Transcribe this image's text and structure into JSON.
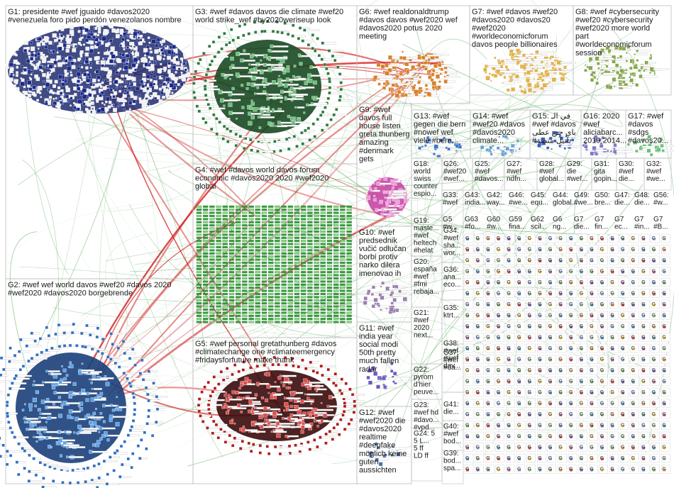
{
  "groups": [
    {
      "id": "G1",
      "text": [
        "G1: presidente #wef jguaido #davos2020",
        "#venezuela foro pido perdón venezolanos nombre"
      ]
    },
    {
      "id": "G2",
      "text": [
        "G2: #wef wef world davos #wef20 #davos 2020",
        "#wef2020 #davos2020 borgebrende"
      ]
    },
    {
      "id": "G3",
      "text": [
        "G3: #wef #davos davos die climate #wef20",
        "world strike_wef #by2020weriseup look"
      ]
    },
    {
      "id": "G4",
      "text": [
        "G4: #wef #davos world davos forum",
        "economic #davos2020 2020 #wef2020",
        "global"
      ]
    },
    {
      "id": "G5",
      "text": [
        "G5: #wef personal gretathunberg #davos",
        "#climatechange one #climateemergency",
        "#fridaysforfuture make thank"
      ]
    },
    {
      "id": "G6",
      "text": [
        "G6: #wef realdonaldtrump",
        "#davos davos #wef2020 wef",
        "#davos2020 potus 2020",
        "meeting"
      ]
    },
    {
      "id": "G7",
      "text": [
        "G7: #wef #davos #wef20",
        "#davos2020 #davos20",
        "#wef2020",
        "#worldeconomicforum",
        "davos people billionaires"
      ]
    },
    {
      "id": "G8",
      "text": [
        "G8: #wef #cybersecurity",
        "#wef20 #cybersecurity",
        "#wef2020 more world",
        "part",
        "#worldeconomicforum",
        "session"
      ]
    },
    {
      "id": "G9",
      "text": [
        "G9: #wef",
        "davos full",
        "house listen",
        "greta thunberg",
        "amazing",
        "#denmark",
        "gets"
      ]
    },
    {
      "id": "G10",
      "text": [
        "G10: #wef",
        "predsednik",
        "vučić odlučan",
        "borbi protiv",
        "narko dilera",
        "imenovao ih"
      ]
    },
    {
      "id": "G11",
      "text": [
        "G11: #wef",
        "india year",
        "social modi",
        "50th pretty",
        "much fallen",
        "radar"
      ]
    },
    {
      "id": "G12",
      "text": [
        "G12: #wef",
        "#wef2020 die",
        "#davos2020",
        "realtime",
        "#deepfake",
        "möglich keine",
        "guten",
        "aussichten"
      ]
    },
    {
      "id": "G13",
      "text": [
        "G13: #wef",
        "gegen die bern",
        "#nowef wef",
        "viele #bern..."
      ]
    },
    {
      "id": "G14",
      "text": [
        "G14: #wef",
        "#wef20 #davos",
        "#davos2020",
        "climate..."
      ]
    },
    {
      "id": "G15",
      "text": [
        "G15: في الـ",
        "#wef #davos",
        "باي حق عطى",
        "#بانيل منصة"
      ]
    },
    {
      "id": "G16",
      "text": [
        "G16: 2020",
        "#wef",
        "aliciabarc...",
        "2019 2014..."
      ]
    },
    {
      "id": "G17",
      "text": [
        "G17: #wef",
        "#davos",
        "#sdgs",
        "#davos20..."
      ]
    }
  ],
  "small_groups": [
    {
      "id": "G18",
      "text": [
        "G18:",
        "world",
        "swiss",
        "counter",
        "espio..."
      ]
    },
    {
      "id": "G19",
      "text": [
        "G19:",
        "maste...",
        "#wef",
        "heltech",
        "#helat"
      ]
    },
    {
      "id": "G20",
      "text": [
        "G20:",
        "españa",
        "#wef",
        "#fmi",
        "rebaja..."
      ]
    },
    {
      "id": "G21",
      "text": [
        "G21:",
        "#wef",
        "2020",
        "next..."
      ]
    },
    {
      "id": "G22",
      "text": [
        "G22:",
        "pyrom",
        "d'hier",
        "peuve..."
      ]
    },
    {
      "id": "G23",
      "text": [
        "G23:",
        "#wef hd",
        "#davo...",
        "#vpd..."
      ]
    },
    {
      "id": "G24",
      "text": [
        "G24: 5",
        "5 L...",
        "5 ff",
        "LD ff"
      ]
    },
    {
      "id": "G26",
      "text": [
        "G26:",
        "#wef20",
        "#wef..."
      ]
    },
    {
      "id": "G25",
      "text": [
        "G25:",
        "#wef",
        "#davos..."
      ]
    },
    {
      "id": "G27",
      "text": [
        "G27:",
        "#wef",
        "ndfn..."
      ]
    },
    {
      "id": "G28",
      "text": [
        "G28:",
        "#wef",
        "global..."
      ]
    },
    {
      "id": "G29",
      "text": [
        "G29:",
        "die",
        "#wef..."
      ]
    },
    {
      "id": "G31",
      "text": [
        "G31:",
        "gita",
        "gopin..."
      ]
    },
    {
      "id": "G30",
      "text": [
        "G30:",
        "#wef",
        "die..."
      ]
    },
    {
      "id": "G32",
      "text": [
        "G32:",
        "#wef",
        "#we..."
      ]
    }
  ],
  "grid_header_row": [
    "G33:",
    "G43:",
    "G42:",
    "G46:",
    "G45:",
    "G44:",
    "G49:",
    "G50:",
    "G47:",
    "G48:",
    "G56:"
  ],
  "grid_header_sub": [
    "#wef",
    "india...",
    "way...",
    "#we...",
    "equ...",
    "global...",
    "#we...",
    "bre...",
    "die...",
    "die...",
    "#w..."
  ],
  "grid_second_row": [
    "G5",
    "G63",
    "G60",
    "G59",
    "G62",
    "G6",
    "G7",
    "G7",
    "G7",
    "G7",
    "G7"
  ],
  "grid_second_sub": [
    "#w...",
    "#fo...",
    "#w...",
    "fina...",
    "scil...",
    "ng...",
    "die...",
    "fin...",
    "ec...",
    "#in...",
    "#B..."
  ],
  "left_column_labels": [
    {
      "id": "G34",
      "text": [
        "G34:",
        "#wef",
        "sha...",
        "wor..."
      ]
    },
    {
      "id": "G36",
      "text": [
        "G36:",
        "ana...",
        "eco..."
      ]
    },
    {
      "id": "G35",
      "text": [
        "G35:",
        "ktrt..."
      ]
    },
    {
      "id": "G38",
      "text": [
        "G38:",
        "#wef",
        "#wef",
        "dav..."
      ]
    },
    {
      "id": "G37",
      "text": [
        "G37:",
        "#wef",
        "#da..."
      ]
    },
    {
      "id": "G41",
      "text": [
        "G41:",
        "die..."
      ]
    },
    {
      "id": "G40",
      "text": [
        "G40:",
        "#wef",
        "bod..."
      ]
    },
    {
      "id": "G39",
      "text": [
        "G39:",
        "bod...",
        "spa..."
      ]
    }
  ],
  "colors": {
    "g1": "#1a2a8c",
    "g2": "#2e6fc4",
    "g3": "#2d7a3e",
    "g4": "#1e8f2e",
    "g5": "#b21a1a",
    "g6": "#d9802a",
    "g7": "#e2b24a",
    "g8": "#86a84a",
    "g9": "#c43ca0",
    "g10": "#9a7fb0",
    "edge_red": "#d11a1a",
    "edge_green": "#4fa34f",
    "border": "#bdbdbd"
  }
}
